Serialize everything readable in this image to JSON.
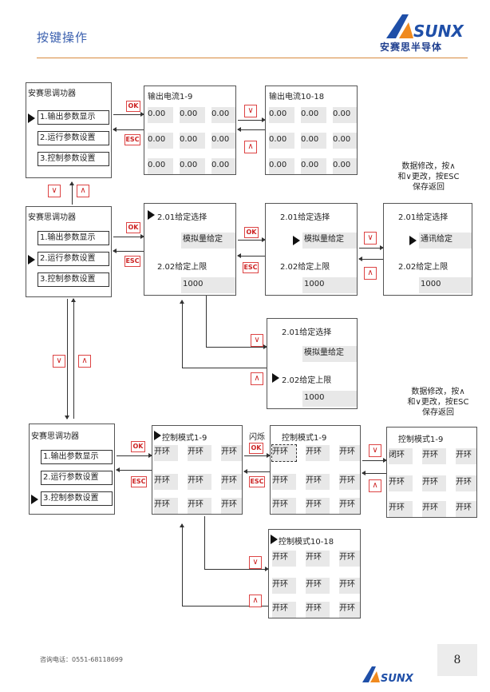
{
  "header": {
    "title": "按键操作",
    "logo_text": "SUNX",
    "logo_cn": "安赛思半导体"
  },
  "footer": {
    "contact": "咨询电话：0551-68118699",
    "page": "8",
    "logo_text": "SUNX"
  },
  "keys": {
    "ok": "OK",
    "esc": "ESC",
    "down": "∨",
    "up": "∧",
    "flash": "闪烁"
  },
  "menu": {
    "title": "安赛思调功器",
    "item1": "1.输出参数显示",
    "item2": "2.运行参数设置",
    "item3": "3.控制参数设置"
  },
  "out1": {
    "title": "输出电流1-9",
    "values": [
      "0.00",
      "0.00",
      "0.00",
      "0.00",
      "0.00",
      "0.00",
      "0.00",
      "0.00",
      "0.00"
    ]
  },
  "out2": {
    "title": "输出电流10-18",
    "values": [
      "0.00",
      "0.00",
      "0.00",
      "0.00",
      "0.00",
      "0.00",
      "0.00",
      "0.00",
      "0.00"
    ]
  },
  "run": {
    "p1": "2.01给定选择",
    "v1": "模拟量给定",
    "v1b": "通讯给定",
    "p2": "2.02给定上限",
    "v2": "1000"
  },
  "note": "数据修改，按∧\n和∨更改，按ESC\n保存返回",
  "ctrl": {
    "title1": "控制模式1-9",
    "title2": "控制模式10-18",
    "open": "开环",
    "closed": "闭环"
  }
}
